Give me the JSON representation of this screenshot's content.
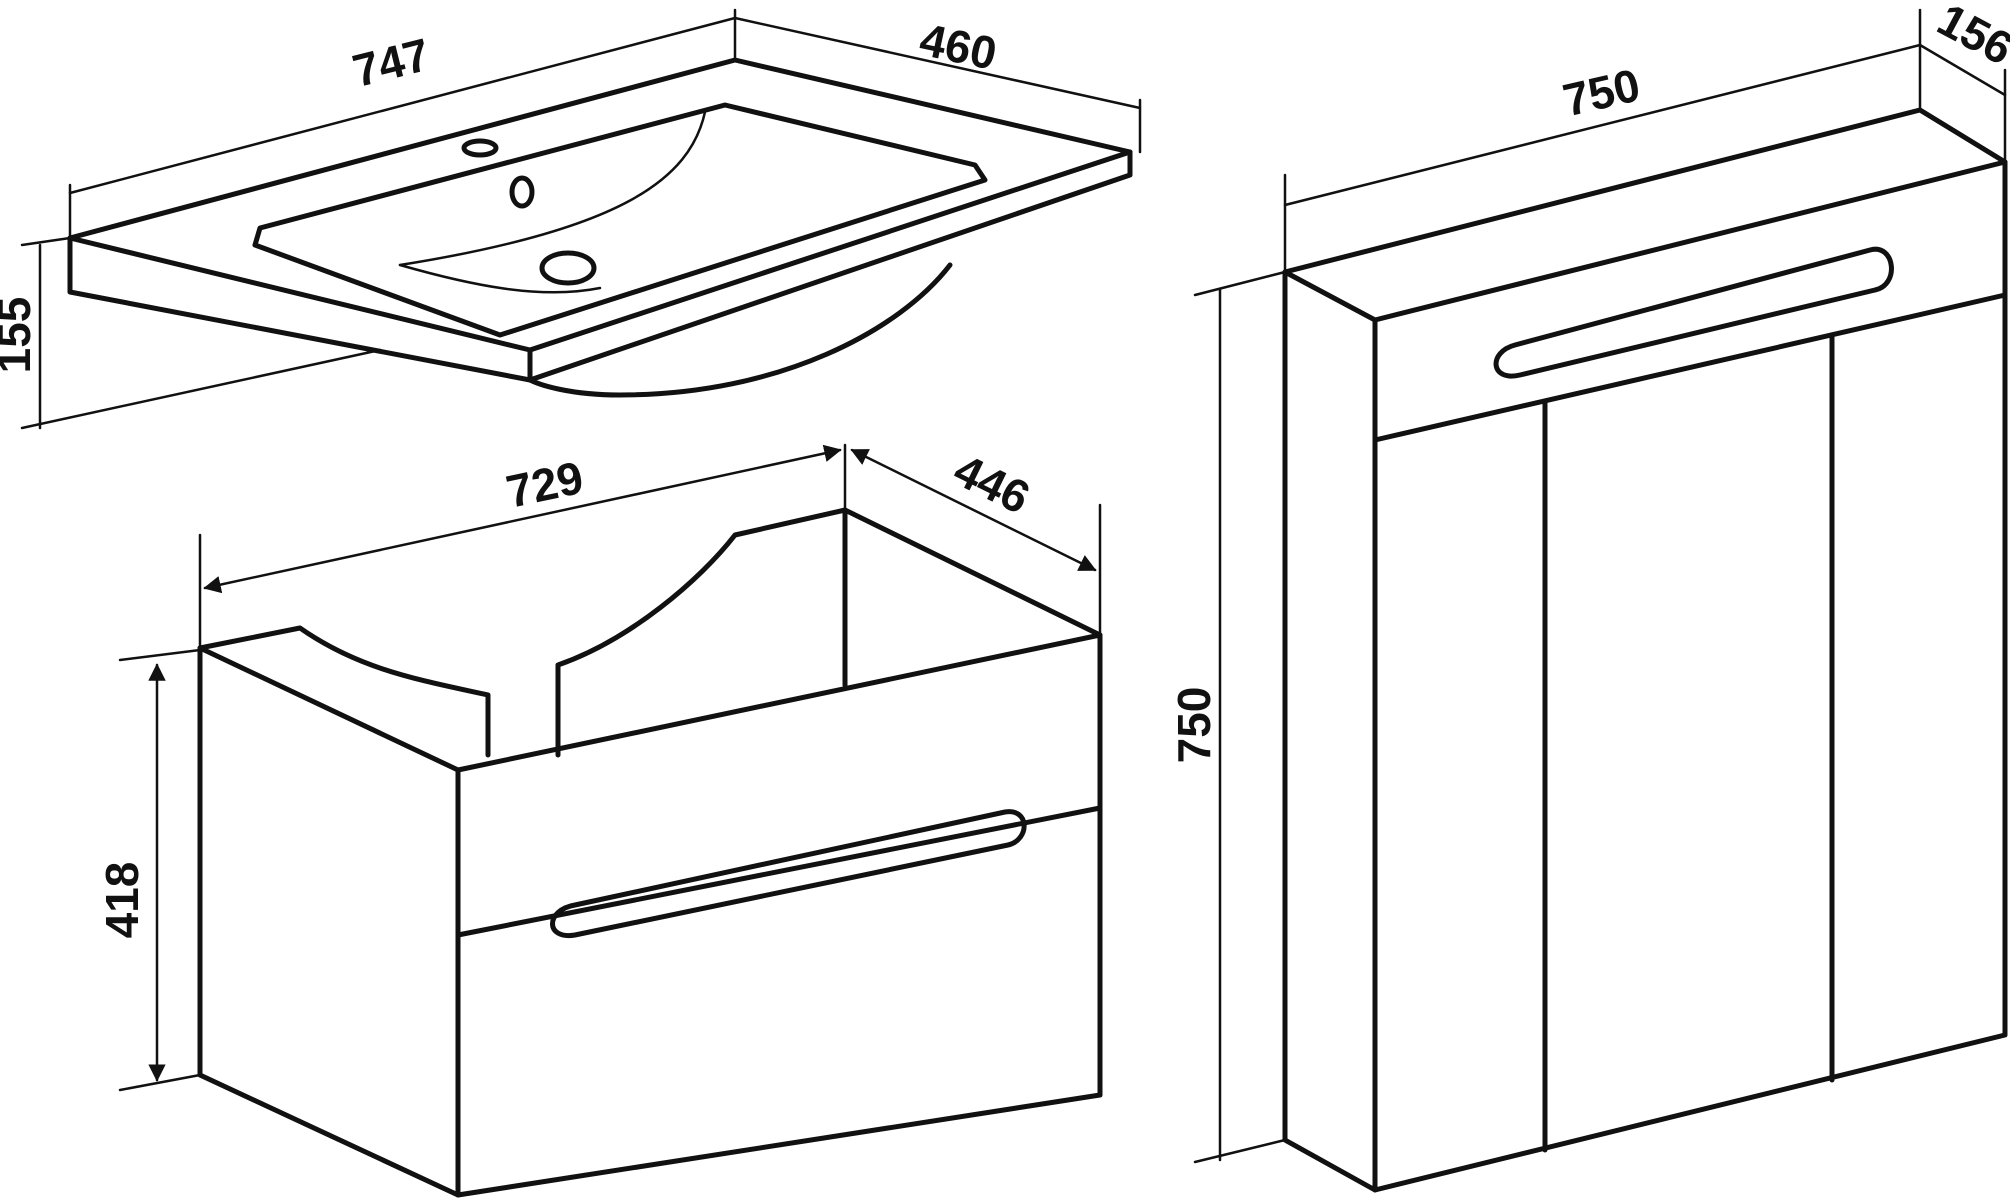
{
  "drawing": {
    "sink": {
      "width": "747",
      "depth": "460",
      "height": "155"
    },
    "cabinet": {
      "width": "729",
      "depth": "446",
      "height": "418"
    },
    "mirror_cabinet": {
      "width": "750",
      "depth": "156",
      "height": "750"
    }
  },
  "colors": {
    "line": "#111111",
    "background": "#ffffff"
  }
}
